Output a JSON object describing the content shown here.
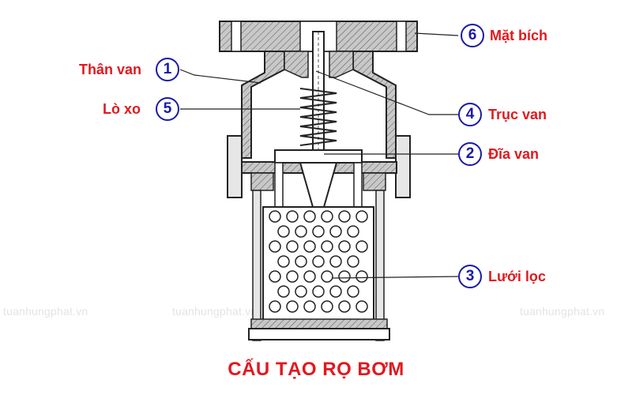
{
  "title": "CẤU TẠO RỌ BƠM",
  "watermark": "tuanhungphat.vn",
  "colors": {
    "label": "#e0191f",
    "badge": "#1a1aa8",
    "metal": "#c8c8c8",
    "line": "#222222"
  },
  "parts": [
    {
      "id": "1",
      "name": "Thân van"
    },
    {
      "id": "2",
      "name": "Đĩa van"
    },
    {
      "id": "3",
      "name": "Lưới lọc"
    },
    {
      "id": "4",
      "name": "Trục van"
    },
    {
      "id": "5",
      "name": "Lò xo"
    },
    {
      "id": "6",
      "name": "Mặt bích"
    }
  ]
}
